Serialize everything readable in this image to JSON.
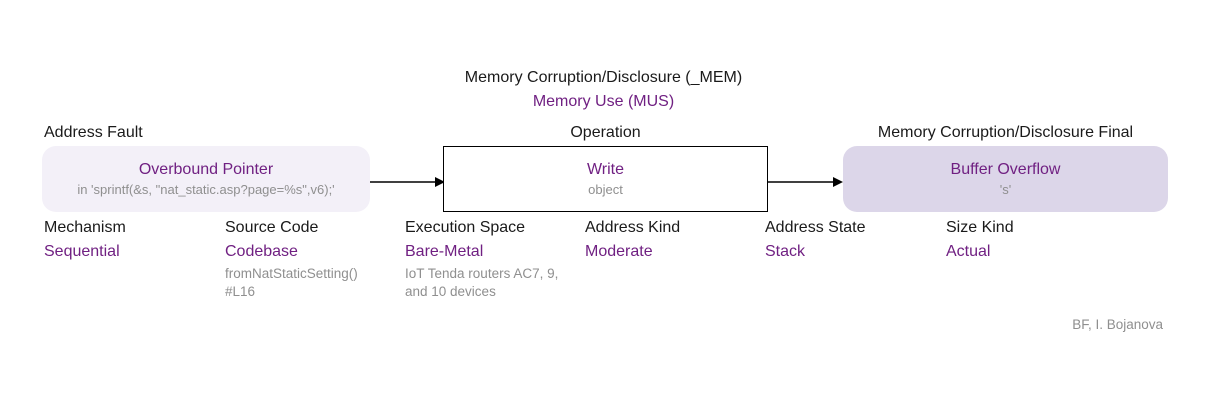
{
  "page": {
    "title": "Memory Corruption/Disclosure (_MEM)",
    "subtitle": "Memory Use (MUS)",
    "attribution": "BF, I. Bojanova"
  },
  "colors": {
    "purple": "#702082",
    "gray": "#8f8f8f",
    "cause_bg": "#f3f0f8",
    "final_bg": "#dcd6e9"
  },
  "nodes": {
    "cause": {
      "label": "Address Fault",
      "name": "Overbound Pointer",
      "detail": "in 'sprintf(&s, \"nat_static.asp?page=%s\",v6);'"
    },
    "operation": {
      "label": "Operation",
      "name": "Write",
      "detail": "object"
    },
    "consequence": {
      "label": "Memory Corruption/Disclosure Final",
      "name": "Buffer Overflow",
      "detail": "'s'"
    }
  },
  "attributes": [
    {
      "label": "Mechanism",
      "value": "Sequential",
      "notes": []
    },
    {
      "label": "Source Code",
      "value": "Codebase",
      "notes": [
        "fromNatStaticSetting()",
        "#L16"
      ]
    },
    {
      "label": "Execution Space",
      "value": "Bare-Metal",
      "notes": [
        "IoT Tenda routers AC7, 9, and 10 devices"
      ]
    },
    {
      "label": "Address Kind",
      "value": "Moderate",
      "notes": []
    },
    {
      "label": "Address State",
      "value": "Stack",
      "notes": []
    },
    {
      "label": "Size Kind",
      "value": "Actual",
      "notes": []
    }
  ]
}
